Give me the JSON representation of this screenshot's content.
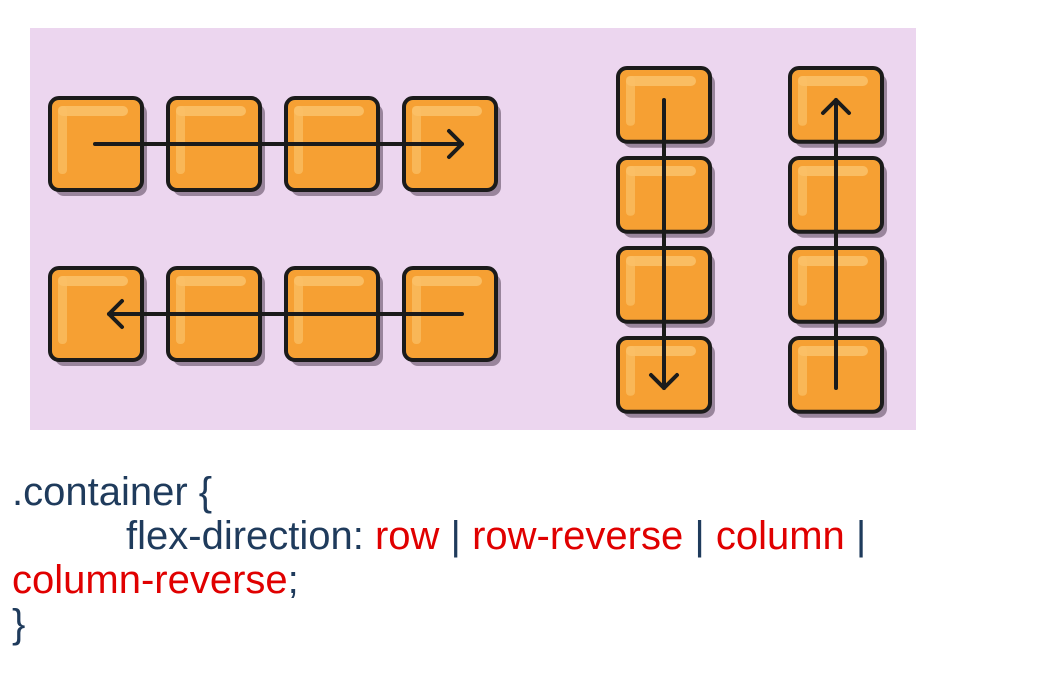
{
  "colors": {
    "panel_background": "#ecd6ef",
    "box_fill": "#f6a033",
    "box_highlight": "#fbc067",
    "box_shadow": "#7d6a80",
    "outline": "#1b1b1b",
    "code_text": "#1f3b5c",
    "code_value": "#e00000"
  },
  "diagram": {
    "groups": [
      {
        "id": "row",
        "orientation": "horizontal",
        "arrow_direction": "right",
        "box_count": 4
      },
      {
        "id": "row-reverse",
        "orientation": "horizontal",
        "arrow_direction": "left",
        "box_count": 4
      },
      {
        "id": "column",
        "orientation": "vertical",
        "arrow_direction": "down",
        "box_count": 4
      },
      {
        "id": "column-reverse",
        "orientation": "vertical",
        "arrow_direction": "up",
        "box_count": 4
      }
    ]
  },
  "code": {
    "selector_open": ".container {",
    "property": "flex-direction: ",
    "value_row": "row",
    "value_row_reverse": "row-reverse",
    "value_column": "column",
    "value_column_reverse": "column-reverse",
    "separator": " | ",
    "semicolon": ";",
    "closing_brace": "}"
  }
}
